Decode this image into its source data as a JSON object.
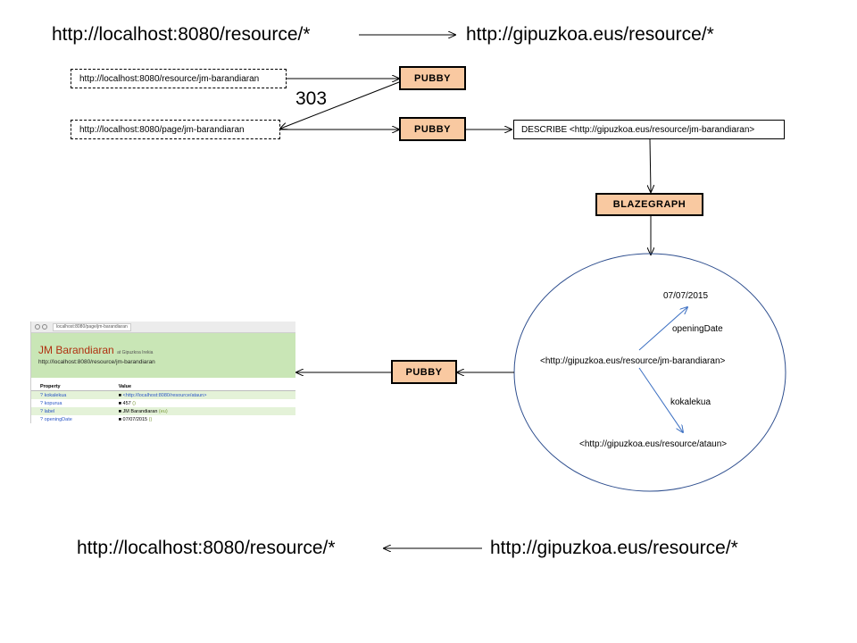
{
  "top": {
    "left_url": "http://localhost:8080/resource/*",
    "right_url": "http://gipuzkoa.eus/resource/*"
  },
  "bottom": {
    "left_url": "http://localhost:8080/resource/*",
    "right_url": "http://gipuzkoa.eus/resource/*"
  },
  "resource_url": "http://localhost:8080/resource/jm-barandiaran",
  "page_url": "http://localhost:8080/page/jm-barandiaran",
  "redirect_code": "303",
  "pubby_label": "PUBBY",
  "blazegraph_label": "BLAZEGRAPH",
  "describe_query": "DESCRIBE <http://gipuzkoa.eus/resource/jm-barandiaran>",
  "graph": {
    "subject": "<http://gipuzkoa.eus/resource/jm-barandiaran>",
    "date_value": "07/07/2015",
    "date_predicate": "openingDate",
    "location_predicate": "kokalekua",
    "location_object": "<http://gipuzkoa.eus/resource/ataun>"
  },
  "screenshot": {
    "address": "localhost:8080/page/jm-barandiaran",
    "title": "JM Barandiaran",
    "title_suffix": "at Gipuzkoa Irekia",
    "uri": "http://localhost:8080/resource/jm-barandiaran",
    "col_property": "Property",
    "col_value": "Value",
    "rows": [
      {
        "property": "? kokalekua",
        "value": "<http://localhost:8080/resource/ataun>",
        "link": true,
        "paren": ""
      },
      {
        "property": "? kopurua",
        "value": "457",
        "link": false,
        "paren": "()"
      },
      {
        "property": "? label",
        "value": "JM Barandiaran",
        "link": false,
        "paren": "(eu)"
      },
      {
        "property": "? openingDate",
        "value": "07/07/2015",
        "link": false,
        "paren": "()"
      }
    ]
  }
}
